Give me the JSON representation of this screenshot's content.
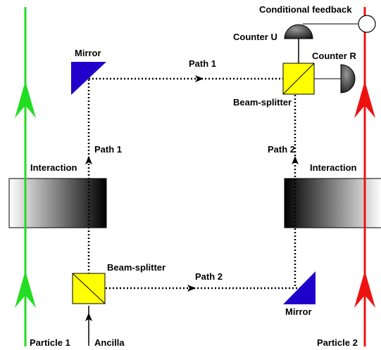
{
  "labels": {
    "conditional_feedback": "Conditional feedback",
    "counter_u": "Counter U",
    "counter_r": "Counter R",
    "mirror_top": "Mirror",
    "mirror_bottom": "Mirror",
    "path1_top": "Path 1",
    "path1_left": "Path 1",
    "path2_right": "Path 2",
    "path2_bottom": "Path 2",
    "beam_splitter_top": "Beam-splitter",
    "beam_splitter_bottom": "Beam-splitter",
    "interaction_left": "Interaction",
    "interaction_right": "Interaction",
    "particle1": "Particle 1",
    "particle2": "Particle 2",
    "ancilla": "Ancilla"
  },
  "colors": {
    "particle1_line": "#22dd22",
    "particle2_line": "#ee1111",
    "mirror": "#2200cc",
    "beam_splitter": "#ffff00",
    "counter": "#333333"
  }
}
